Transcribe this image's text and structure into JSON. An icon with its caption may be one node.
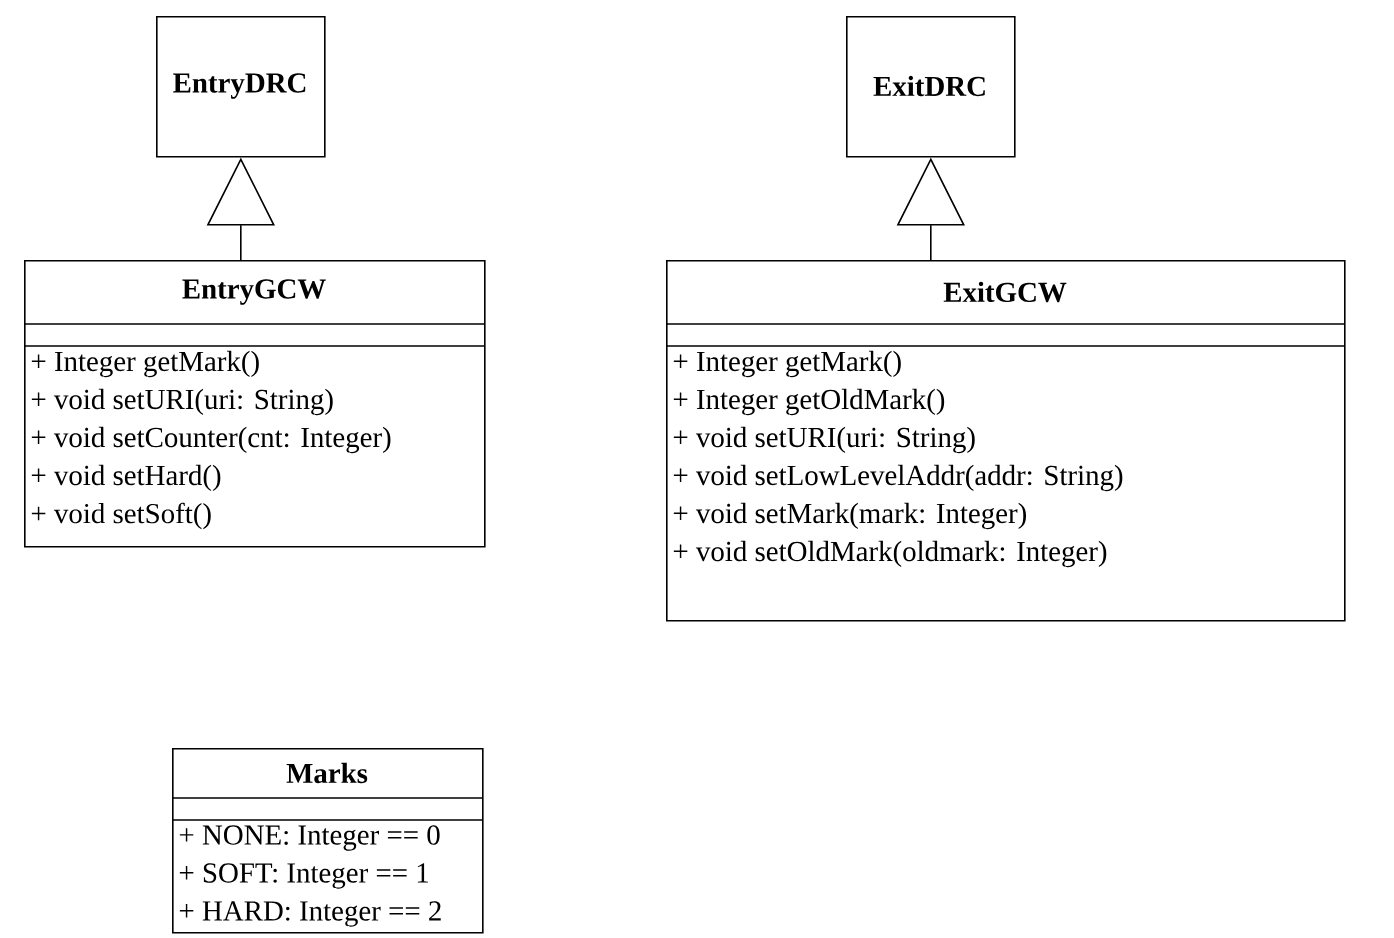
{
  "diagram": {
    "nodes": [
      {
        "text": [
          "EntryDRC"
        ]
      },
      {
        "text": [
          "ExitDRC"
        ]
      },
      {
        "text": [
          "EntryGCW",
          "+ Integer getMark()",
          "+ void setURI(uri: String)",
          "+ void setCounter(cnt: Integer)",
          "+ void setHard()",
          "+ void setSoft()"
        ]
      },
      {
        "text": [
          "ExitGCW",
          "+ Integer getMark()",
          "+ Integer getOldMark()",
          "+ void setURI(uri: String)",
          "+ void setLowLevelAddr(addr: String)",
          "+ void setMark(mark: Integer)",
          "+ void setOldMark(oldmark: Integer)"
        ]
      },
      {
        "text": [
          "Marks",
          "+ NONE: Integer == 0",
          "+ SOFT: Integer == 1",
          "+ HARD: Integer == 2"
        ]
      }
    ],
    "edges": [
      {
        "from": 2,
        "to": 0,
        "arrow": "to"
      },
      {
        "from": 3,
        "to": 1,
        "arrow": "to"
      }
    ]
  }
}
